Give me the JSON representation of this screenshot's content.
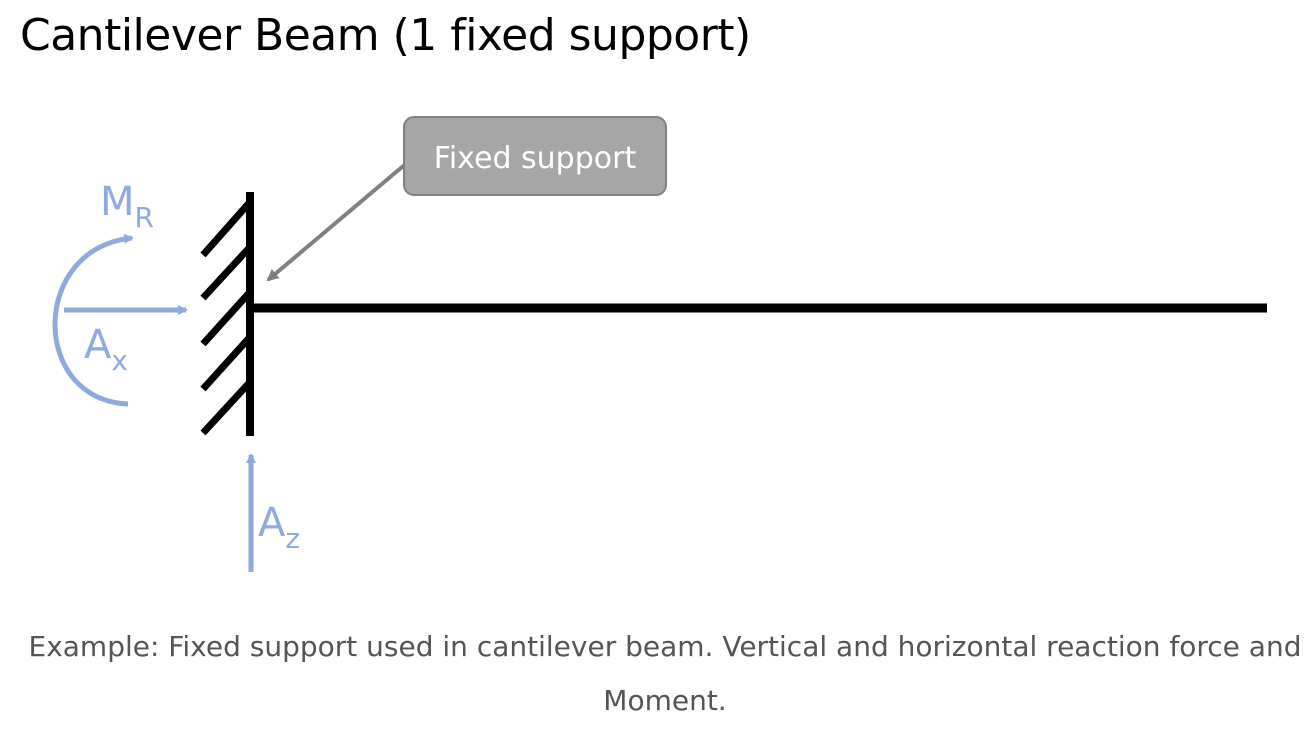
{
  "title": "Cantilever Beam (1 fixed support)",
  "callout": {
    "label": "Fixed support"
  },
  "reactions": {
    "moment": {
      "main": "M",
      "sub": "R"
    },
    "horizontal": {
      "main": "A",
      "sub": "x"
    },
    "vertical": {
      "main": "A",
      "sub": "z"
    }
  },
  "caption": "Example: Fixed support used in cantilever beam. Vertical and horizontal reaction force and Moment.",
  "colors": {
    "reaction": "#8FAADC",
    "callout_fill": "#A6A6A6",
    "callout_stroke": "#808080",
    "structure": "#000000",
    "caption_text": "#555555"
  }
}
